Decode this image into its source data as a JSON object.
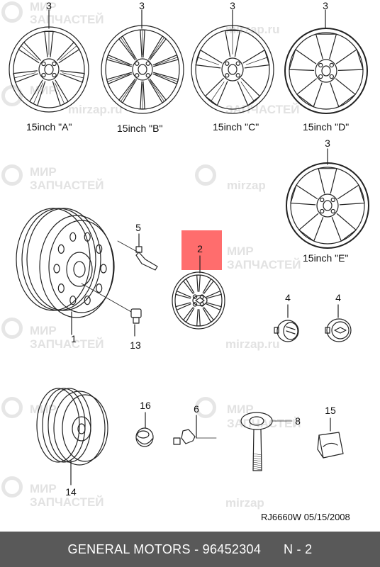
{
  "watermark": {
    "cyrillic_top": "МИР",
    "cyrillic_bottom": "ЗАПЧАСТЕЙ",
    "domain": "mirzap.ru",
    "domain_short": "mirzap"
  },
  "wheels": [
    {
      "caption": "15inch \"A\"",
      "callout": "3"
    },
    {
      "caption": "15inch \"B\"",
      "callout": "3"
    },
    {
      "caption": "15inch \"C\"",
      "callout": "3"
    },
    {
      "caption": "15inch \"D\"",
      "callout": "3"
    },
    {
      "caption": "15inch \"E\"",
      "callout": "3"
    }
  ],
  "callouts": {
    "steel_wheel": "1",
    "wheel_cover": "2",
    "center_cap_a": "4",
    "center_cap_b": "4",
    "valve_stem": "5",
    "tpms_valve": "6",
    "spare_bolt": "8",
    "lug_nut": "13",
    "spare_wheel": "14",
    "tpms_sensor": "15",
    "grommet": "16"
  },
  "drawing_code": "RJ6660W  05/15/2008",
  "footer": {
    "text": "GENERAL MOTORS - 96452304      N - 2"
  },
  "colors": {
    "highlight": "#ff3c3c",
    "footer_bg": "#595959",
    "line": "#222222"
  }
}
